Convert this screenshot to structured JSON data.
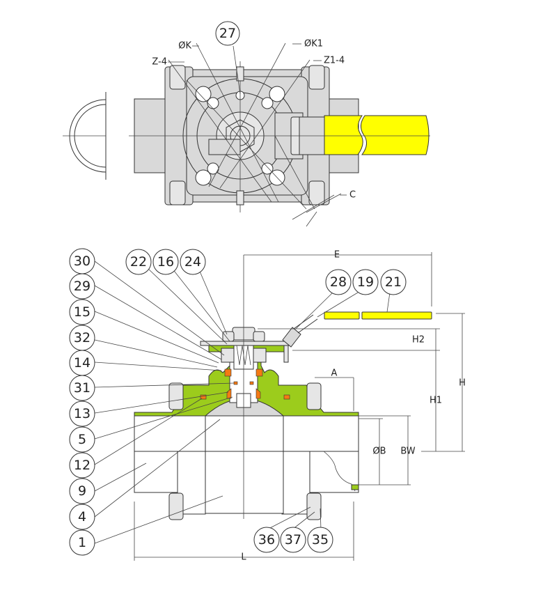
{
  "colors": {
    "body_section": "#9ccc1c",
    "seal": "#f47a14",
    "handle_sleeve": "#ffff00",
    "metal": "#d9d9d9"
  },
  "top_view": {
    "part_callout": "27",
    "dimension_labels": {
      "bolt_circle": "ØK",
      "bolt_circle_alt": "ØK1",
      "bolt_holes": "Z-4",
      "bolt_holes_alt": "Z1-4",
      "stem_flat": "C"
    }
  },
  "section_view": {
    "left_callouts": [
      "30",
      "29",
      "15",
      "32",
      "14",
      "31",
      "13",
      "5",
      "12",
      "9",
      "4",
      "1"
    ],
    "top_callouts": [
      "22",
      "16",
      "24"
    ],
    "handle_callouts": [
      "28",
      "19",
      "21"
    ],
    "bottom_callouts": [
      "36",
      "37",
      "35"
    ],
    "dimension_labels": {
      "handle_length": "E",
      "stem_height": "H2",
      "total_height": "H",
      "pad_height": "H1",
      "end_length": "A",
      "bore": "ØB",
      "weld_width": "BW",
      "face_to_face": "L"
    }
  }
}
